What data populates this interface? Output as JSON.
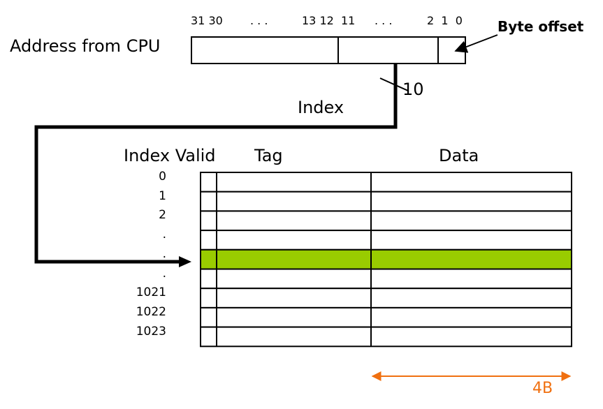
{
  "address": {
    "label": "Address from CPU",
    "bits_left": "31 30",
    "dots_left": ". . .",
    "bits_mid": "13 12",
    "bit_11": "11",
    "dots_right": ". . .",
    "bits_right": "2  1  0",
    "byte_offset_label": "Byte offset"
  },
  "index": {
    "bus_width": "10",
    "label": "Index"
  },
  "table": {
    "headers": {
      "index_valid": "Index Valid",
      "tag": "Tag",
      "data": "Data"
    },
    "row_labels": [
      "0",
      "1",
      "2",
      ".",
      ".",
      ".",
      "1021",
      "1022",
      "1023"
    ],
    "highlighted_row": 4,
    "highlight_color": "#99cc00"
  },
  "block_size": {
    "label": "4B",
    "color": "#f07010"
  }
}
